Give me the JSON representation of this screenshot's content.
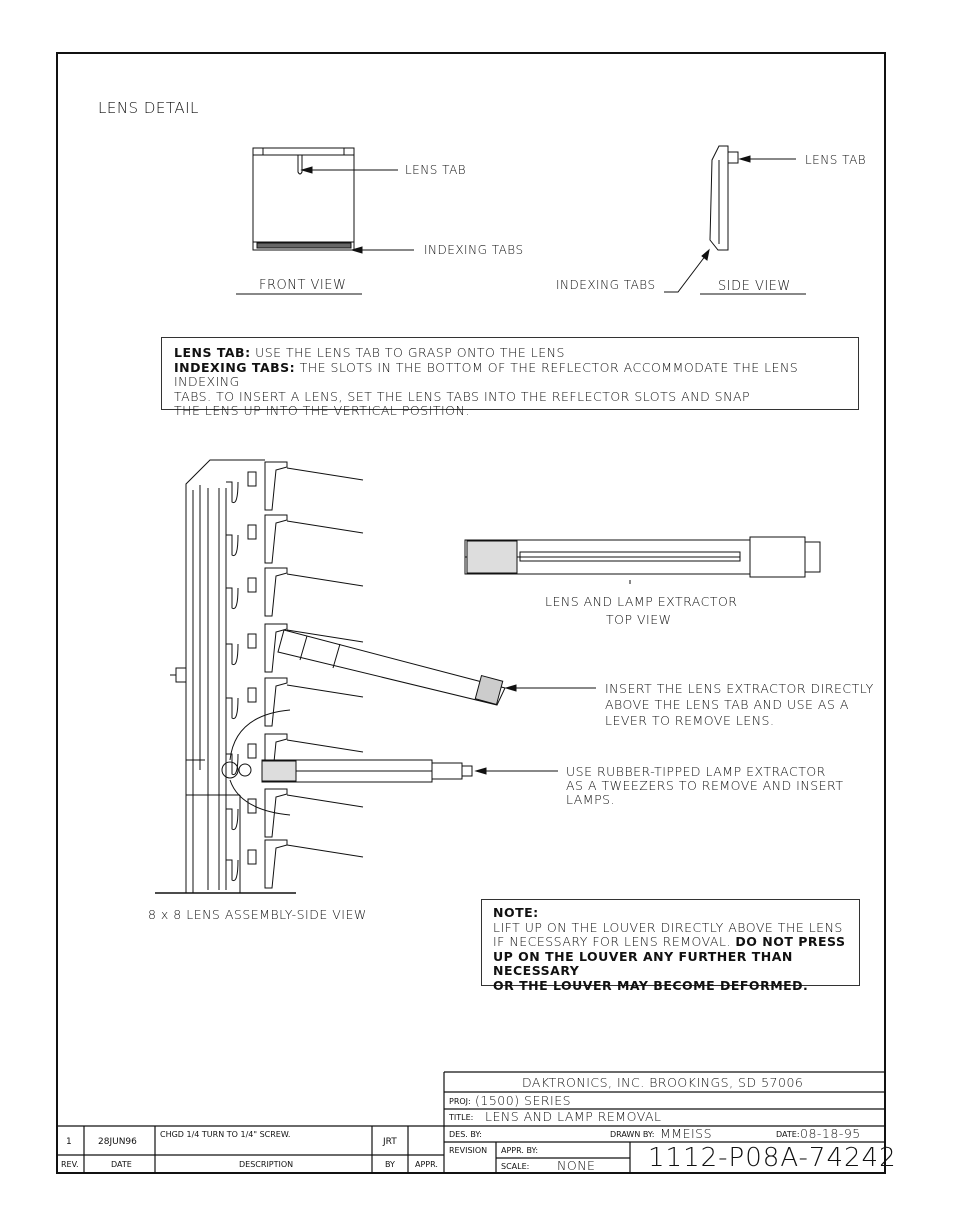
{
  "lens_detail_title": "LENS DETAIL",
  "front_view": {
    "lens_tab_label": "LENS TAB",
    "indexing_tabs_label": "INDEXING TABS",
    "caption": "FRONT VIEW"
  },
  "side_view": {
    "lens_tab_label": "LENS TAB",
    "indexing_tabs_label": "INDEXING TABS",
    "caption": "SIDE VIEW"
  },
  "info": {
    "lens_tab_heading": "LENS TAB:",
    "lens_tab_text": "USE THE LENS TAB TO GRASP ONTO THE LENS",
    "indexing_heading": "INDEXING TABS:",
    "indexing_line1": "THE SLOTS IN THE BOTTOM OF THE REFLECTOR ACCOMMODATE THE LENS INDEXING",
    "indexing_line2": "TABS. TO INSERT A LENS, SET THE LENS TABS INTO THE REFLECTOR SLOTS AND SNAP",
    "indexing_line3": "THE LENS UP INTO THE VERTICAL POSITION."
  },
  "extractor": {
    "title": "LENS AND LAMP EXTRACTOR",
    "subtitle": "TOP VIEW"
  },
  "callouts": {
    "lens_extractor_1": "INSERT THE LENS EXTRACTOR DIRECTLY",
    "lens_extractor_2": "ABOVE THE LENS TAB AND USE AS A",
    "lens_extractor_3": "LEVER TO REMOVE LENS.",
    "lamp_extractor_1": "USE RUBBER-TIPPED LAMP EXTRACTOR",
    "lamp_extractor_2": "AS A TWEEZERS TO REMOVE AND INSERT",
    "lamp_extractor_3": "LAMPS."
  },
  "assembly_caption": "8 x 8 LENS ASSEMBLY-SIDE VIEW",
  "note": {
    "heading": "NOTE:",
    "line1": "LIFT UP ON THE LOUVER DIRECTLY ABOVE THE LENS",
    "line2a": "IF NECESSARY FOR LENS REMOVAL.",
    "line2b": "DO NOT PRESS",
    "line3": "UP ON THE LOUVER ANY FURTHER THAN NECESSARY",
    "line4": "OR THE LOUVER MAY BECOME DEFORMED."
  },
  "title_block": {
    "company": "DAKTRONICS, INC.   BROOKINGS, SD  57006",
    "proj_label": "PROJ:",
    "proj_value": "(1500) SERIES",
    "title_label": "TITLE:",
    "title_value": "LENS AND LAMP REMOVAL",
    "des_by_label": "DES. BY:",
    "drawn_by_label": "DRAWN BY:",
    "drawn_by_value": "MMEISS",
    "date_label": "DATE:",
    "date_value": "08-18-95",
    "revision_label": "REVISION",
    "appr_by_label": "APPR. BY:",
    "scale_label": "SCALE:",
    "scale_value": "NONE",
    "drawing_number": "1112-P08A-74242"
  },
  "revision_table": {
    "row": {
      "rev": "1",
      "date": "28JUN96",
      "description": "CHGD 1/4 TURN TO 1/4\" SCREW.",
      "by": "JRT",
      "appr": ""
    },
    "headers": {
      "rev": "REV.",
      "date": "DATE",
      "description": "DESCRIPTION",
      "by": "BY",
      "appr": "APPR."
    }
  }
}
